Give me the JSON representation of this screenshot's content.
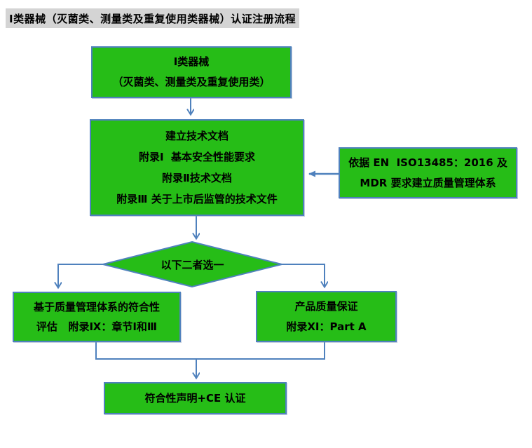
{
  "title": "Ⅰ类器械（灭菌类、测量类及重复使用类器械）认证注册流程",
  "colors": {
    "node_fill": "#26bd17",
    "node_border": "#4f81bd",
    "connector": "#4f81bd",
    "title_highlight": "#d4d4d4",
    "text": "#000000"
  },
  "nodes": {
    "device_class": {
      "lines": [
        "Ⅰ类器械",
        "（灭菌类、测量类及重复使用类）"
      ]
    },
    "tech_docs": {
      "lines": [
        "建立技术文档",
        "附录Ⅰ  基本安全性能要求",
        "附录Ⅱ技术文档",
        "附录Ⅲ 关于上市后监管的技术文件"
      ]
    },
    "qms_requirement": {
      "lines": [
        "依据 EN  ISO13485：2016 及",
        "MDR 要求建立质量管理体系"
      ]
    },
    "decision": {
      "label": "以下二者选一"
    },
    "qms_conformity": {
      "lines": [
        "基于质量管理体系的符合性",
        "评估   附录Ⅸ：章节Ⅰ和Ⅲ"
      ]
    },
    "product_quality": {
      "lines": [
        "产品质量保证",
        "附录XI：Part A"
      ]
    },
    "declaration": {
      "label": "符合性声明+CE 认证"
    }
  }
}
